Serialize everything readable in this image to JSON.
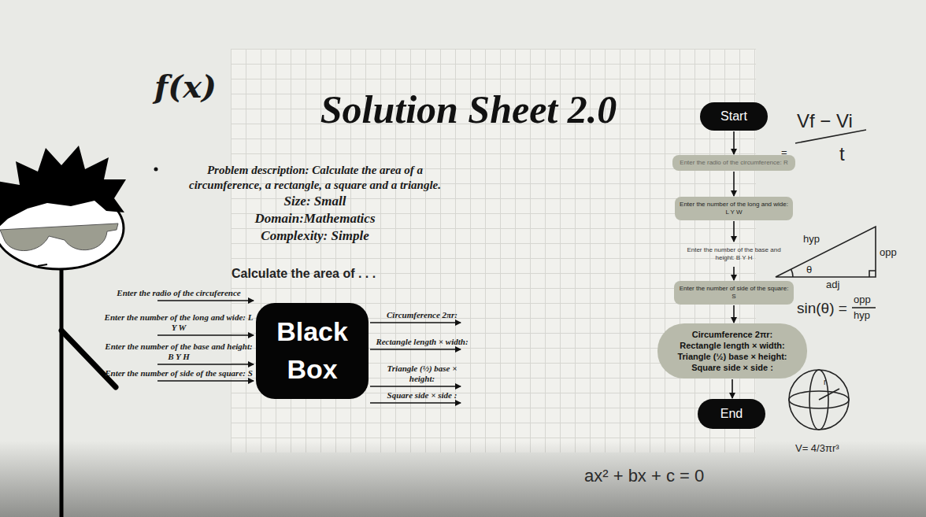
{
  "diagram": {
    "title": "Solution Sheet 2.0",
    "nodes": [
      {
        "text": [
          "Black Box"
        ]
      },
      {
        "text": [
          "Start"
        ]
      },
      {
        "text": [
          "Enter the radio of the circumference: R"
        ]
      },
      {
        "text": [
          "Enter the number of the long and wide: L Y W"
        ]
      },
      {
        "text": [
          "Enter the number of the base and height: B Y H"
        ]
      },
      {
        "text": [
          "Enter the number of side of the square: S"
        ]
      },
      {
        "text": [
          "Circumference 2πr:",
          "Rectangle length × width:",
          "Triangle (½) base × height:",
          "Square side × side :"
        ]
      },
      {
        "text": [
          "End"
        ]
      }
    ],
    "edges": [
      {
        "from": 1,
        "to": 2,
        "arrow": "to"
      },
      {
        "from": 2,
        "to": 3,
        "arrow": "to"
      },
      {
        "from": 3,
        "to": 4,
        "arrow": "to"
      },
      {
        "from": 4,
        "to": 5,
        "arrow": "to"
      },
      {
        "from": 5,
        "to": 6,
        "arrow": "to"
      },
      {
        "from": 6,
        "to": 7,
        "arrow": "to"
      }
    ],
    "labels": [
      "f(x)",
      "Problem description: Calculate the area of a circumference, a rectangle, a square and a triangle.",
      "Size: Small",
      "Domain:Mathematics",
      "Complexity: Simple",
      "Calculate the area of . . .",
      "Enter the radio of the circuference",
      "Enter the number of the long and wide: L Y W",
      "Enter the number of the base and height: B Y H",
      "Enter the number of side of the square: S",
      "Circumference 2πr:",
      "Rectangle length × width:",
      "Triangle (½) base × height:",
      "Square side × side :",
      "Vf − Vi",
      "t",
      "=",
      "hyp",
      "opp",
      "adj",
      "θ",
      "sin(θ) =",
      "opp",
      "hyp",
      "r",
      "V= 4/3πr³",
      "ax² + bx + c = 0"
    ]
  }
}
